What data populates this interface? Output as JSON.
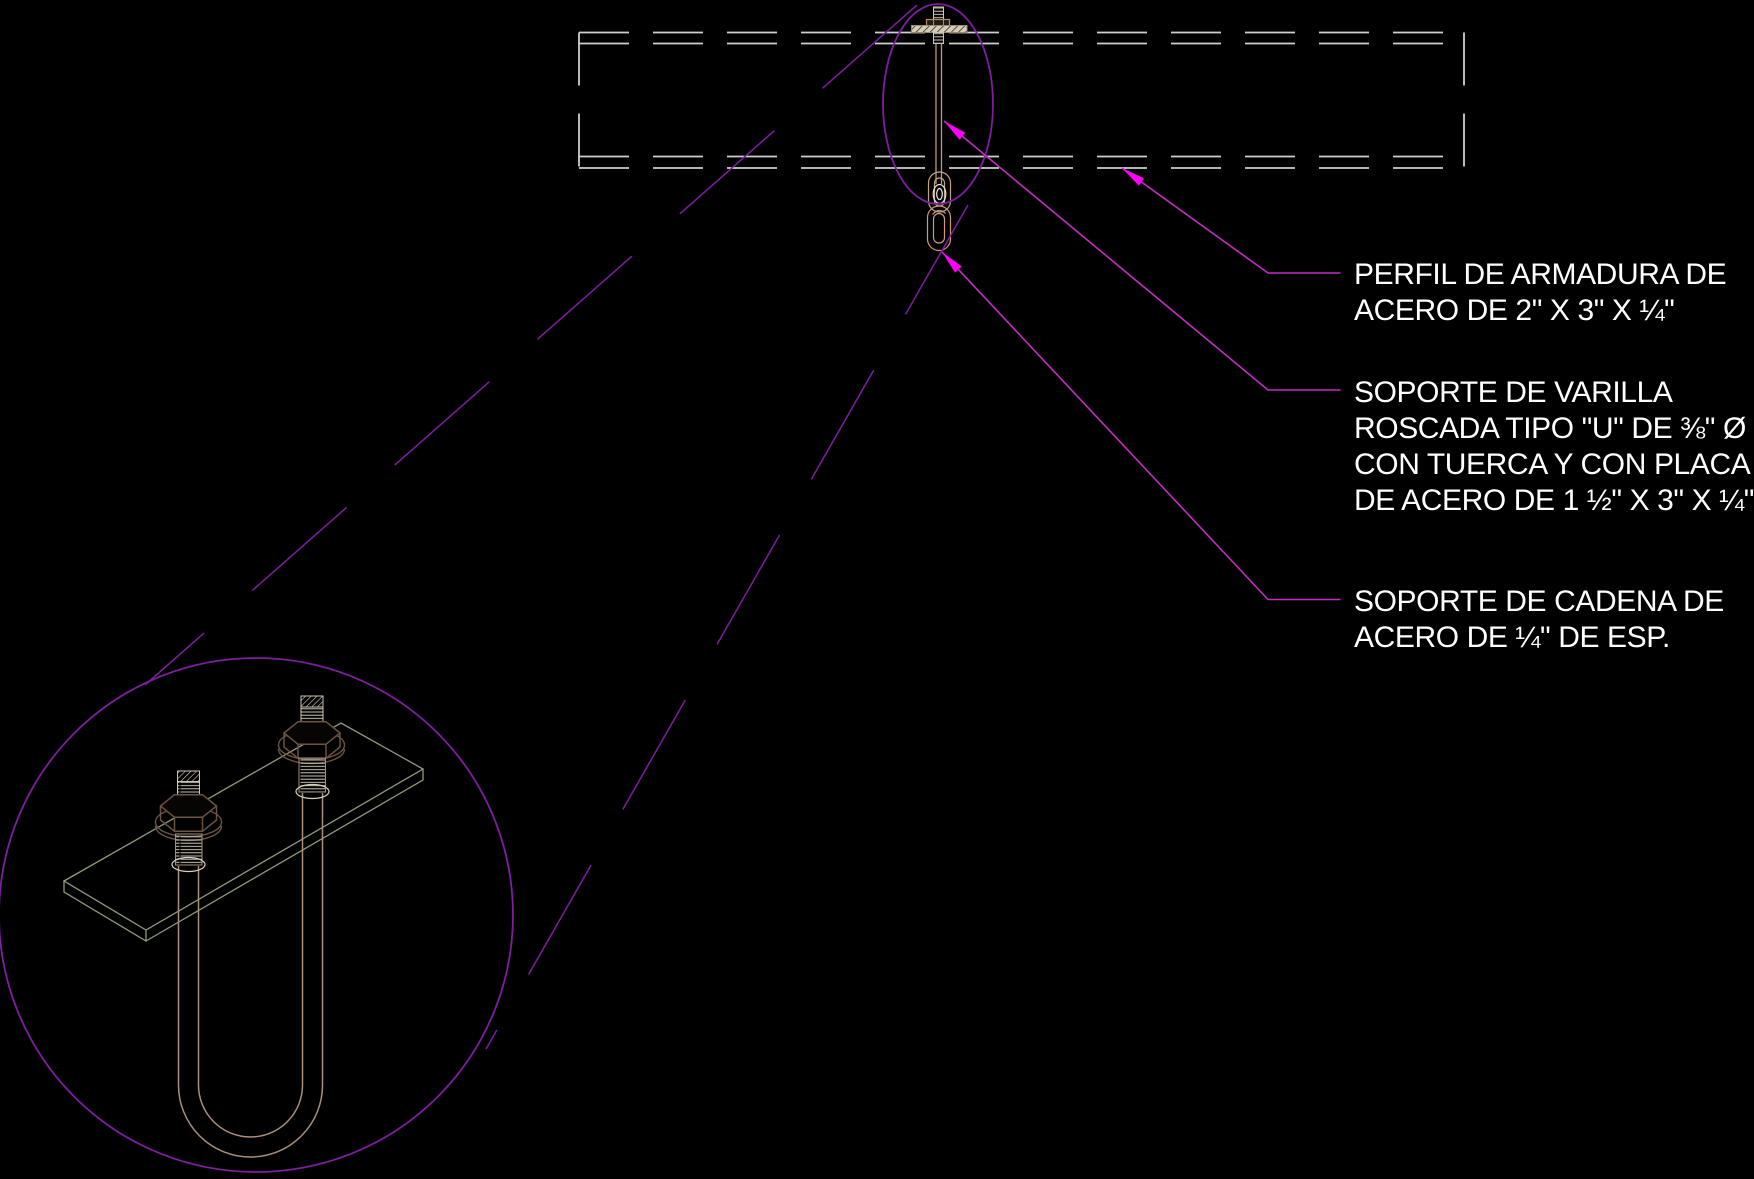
{
  "drawing_type": "cad-detail-drawing",
  "language": "es",
  "colors": {
    "background": "#000000",
    "text": "#ffffff",
    "leader_line": "#c22ec2",
    "arrowhead": "#ff00ff",
    "detail_bubble": "#7d1f9e",
    "truss_hidden_line": "#cfcfcf",
    "rod_tan": "#b99a82",
    "chain_link": "#cf9a74",
    "plate_detail": "#8e9c7c",
    "hardware_dark": "#6b5344"
  },
  "annotations": [
    {
      "id": "perfil-armadura",
      "lines": [
        "PERFIL DE ARMADURA DE",
        "ACERO DE 2\" X 3\" X ¼\""
      ]
    },
    {
      "id": "soporte-varilla",
      "lines": [
        "SOPORTE DE VARILLA",
        "ROSCADA TIPO \"U\" DE ⅜\" Ø",
        "CON TUERCA Y CON PLACA",
        "DE ACERO DE 1 ½\" X 3\" X ¼\""
      ]
    },
    {
      "id": "soporte-cadena",
      "lines": [
        "SOPORTE DE CADENA DE",
        "ACERO DE ¼\" DE ESP."
      ]
    }
  ]
}
